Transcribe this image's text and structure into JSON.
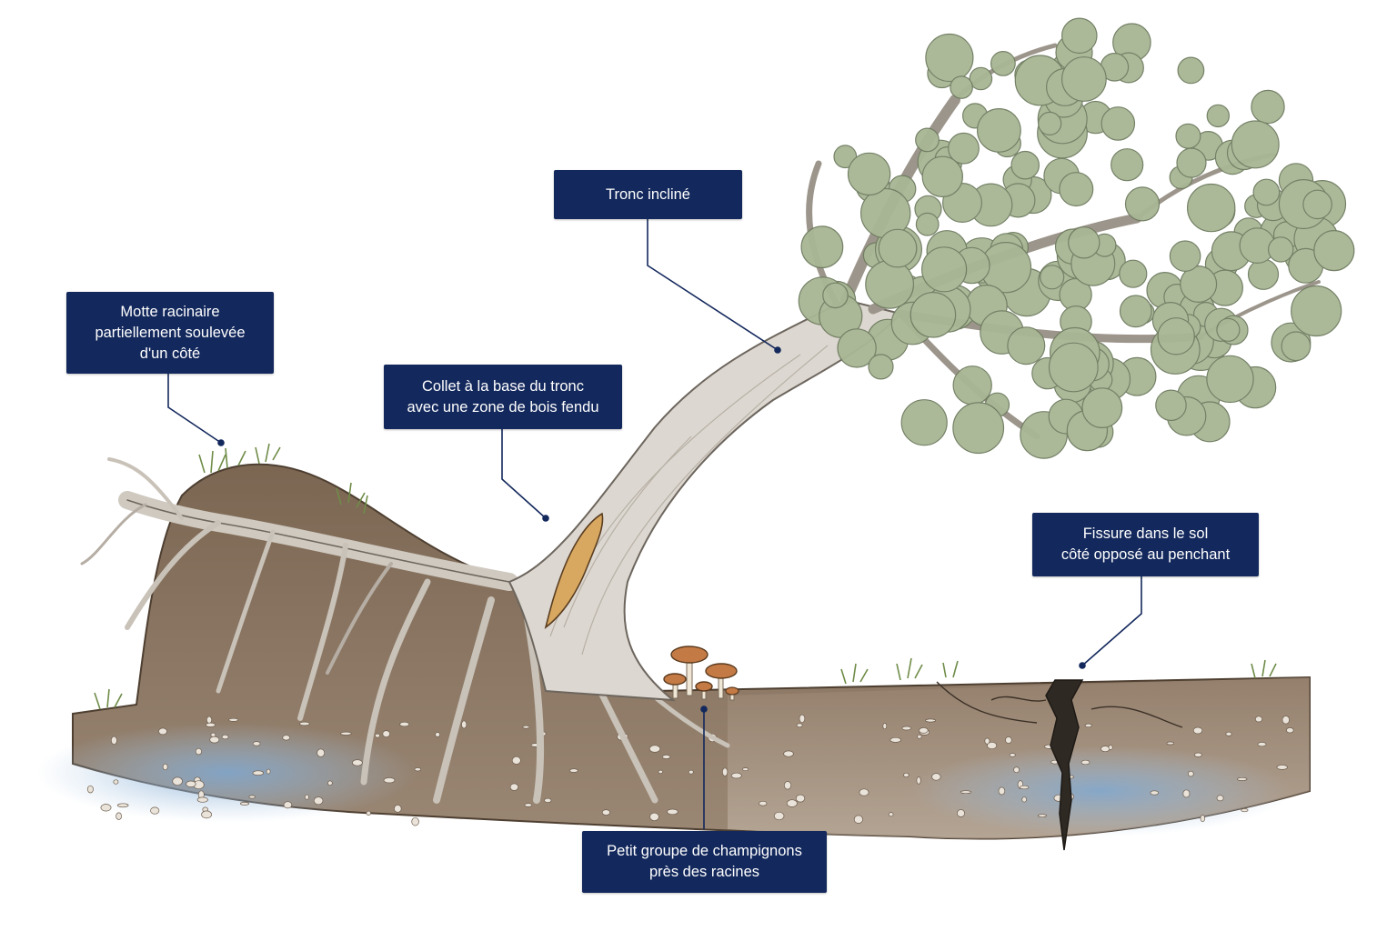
{
  "labels": {
    "tronc": "Tronc incliné",
    "motte": [
      "Motte racinaire",
      "partiellement soulevée",
      "d'un côté"
    ],
    "collet": [
      "Collet à la base du tronc",
      "avec une zone de bois fendu"
    ],
    "fissure": [
      "Fissure dans le sol",
      "côté opposé au penchant"
    ],
    "champignons": [
      "Petit groupe de champignons",
      "près des racines"
    ]
  },
  "colors": {
    "label_bg": "#13285c",
    "label_text": "#ffffff",
    "leader_line": "#13285c",
    "soil": "#8a7560",
    "water": "#8fb4d6",
    "bark": "#d9d5cf",
    "foliage": "#a9b795",
    "split_wood": "#d9a860",
    "mushroom": "#c47a45",
    "grass": "#7d9a55"
  }
}
